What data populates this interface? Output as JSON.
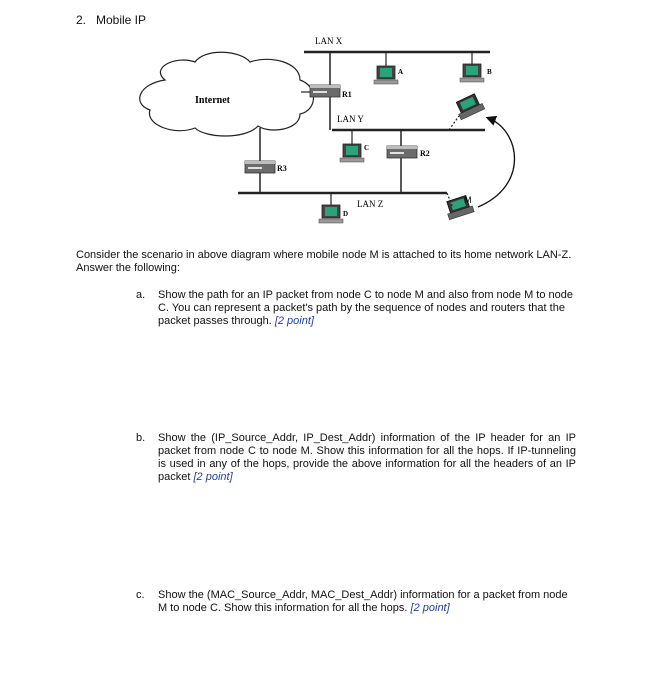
{
  "heading": {
    "number": "2.",
    "title": "Mobile IP"
  },
  "diagram": {
    "labels": {
      "lan_x": "LAN X",
      "lan_y": "LAN Y",
      "lan_z": "LAN Z",
      "internet": "Internet",
      "r1": "R1",
      "r2": "R2",
      "r3": "R3",
      "a": "A",
      "b": "B",
      "c": "C",
      "d": "D",
      "m": "M"
    }
  },
  "intro": "Consider the scenario in above diagram where mobile node M is attached to its home network LAN-Z. Answer the following:",
  "questions": [
    {
      "label": "a.",
      "text": "Show the path for an IP packet from node C to node M and also from node M to node C. You can represent a packet's path by the sequence of nodes and routers that the packet passes through.",
      "points": "[2 point]"
    },
    {
      "label": "b.",
      "text": "Show the (IP_Source_Addr, IP_Dest_Addr) information of the IP header for an IP packet from node C to node M. Show this information for all the hops. If IP-tunneling is used in any of the hops, provide the above information for all the headers of an IP packet",
      "points": "[2 point]"
    },
    {
      "label": "c.",
      "text": "Show the (MAC_Source_Addr, MAC_Dest_Addr) information for a packet from node M to node C. Show this information for all the hops.",
      "points": "[2 point]"
    }
  ]
}
